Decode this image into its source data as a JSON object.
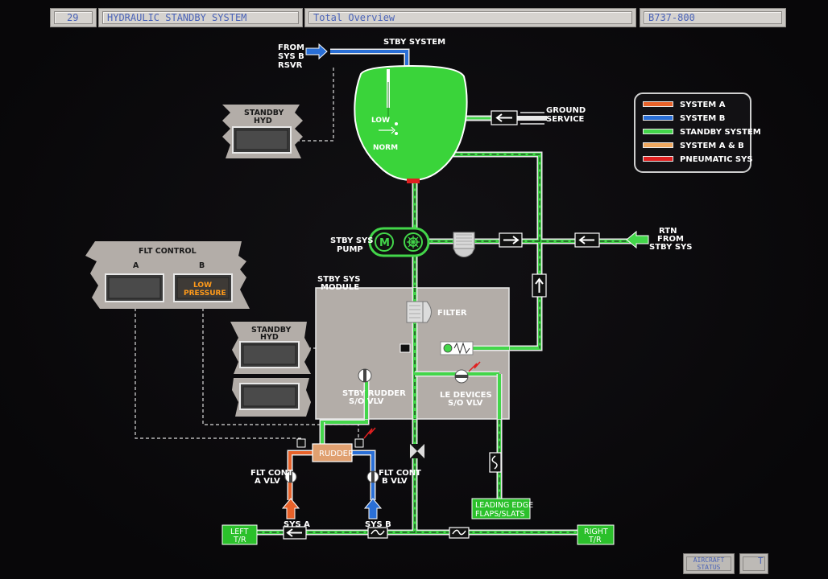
{
  "header": {
    "page_number": "29",
    "system_title": "HYDRAULIC STANDBY SYSTEM",
    "view_title": "Total Overview",
    "aircraft_model": "B737-800"
  },
  "labels": {
    "from_sys_b_rsvr_1": "FROM",
    "from_sys_b_rsvr_2": "SYS B",
    "from_sys_b_rsvr_3": "RSVR",
    "stby_system": "STBY SYSTEM",
    "ground_service_1": "GROUND",
    "ground_service_2": "SERVICE",
    "reservoir_low": "LOW",
    "reservoir_norm": "NORM",
    "stby_sys_pump_1": "STBY SYS",
    "stby_sys_pump_2": "PUMP",
    "pump_motor": "M",
    "rtn_1": "RTN",
    "rtn_2": "FROM",
    "rtn_3": "STBY SYS",
    "stby_sys_module_1": "STBY SYS",
    "stby_sys_module_2": "MODULE",
    "filter": "FILTER",
    "stby_rudder_1": "STBY RUDDER",
    "stby_rudder_2": "S/O VLV",
    "le_devices_1": "LE DEVICES",
    "le_devices_2": "S/O VLV",
    "rudder": "RUDDER",
    "flt_cont_a_1": "FLT CONT",
    "flt_cont_a_2": "A VLV",
    "flt_cont_b_1": "FLT CONT",
    "flt_cont_b_2": "B VLV",
    "sys_a": "SYS A",
    "sys_b": "SYS B",
    "left_tr_1": "LEFT",
    "left_tr_2": "T/R",
    "right_tr_1": "RIGHT",
    "right_tr_2": "T/R",
    "leading_edge_1": "LEADING EDGE",
    "leading_edge_2": "FLAPS/SLATS"
  },
  "panels": {
    "standby_hyd_top_1": "STANDBY",
    "standby_hyd_top_2": "HYD",
    "flt_control": "FLT CONTROL",
    "flt_control_a": "A",
    "flt_control_b": "B",
    "low_pressure_1": "LOW",
    "low_pressure_2": "PRESSURE",
    "standby_hyd_mid_1": "STANDBY",
    "standby_hyd_mid_2": "HYD"
  },
  "legend": {
    "items": [
      {
        "label": "SYSTEM A",
        "color": "#e8622a"
      },
      {
        "label": "SYSTEM B",
        "color": "#2a6fd6"
      },
      {
        "label": "STANDBY SYSTEM",
        "color": "#43d64a"
      },
      {
        "label": "SYSTEM A & B",
        "color": "#f0a860"
      },
      {
        "label": "PNEUMATIC SYS",
        "color": "#e02020"
      }
    ]
  },
  "footer": {
    "aircraft_status_1": "AIRCRAFT",
    "aircraft_status_2": "STATUS",
    "t_button": "T"
  },
  "colors": {
    "standby": "#43d64a",
    "system_a": "#e8622a",
    "system_b": "#2a6fd6",
    "reservoir_fill": "#3ad43a",
    "panel": "#b3ada8",
    "low_pressure_text": "#ff9a1a"
  }
}
